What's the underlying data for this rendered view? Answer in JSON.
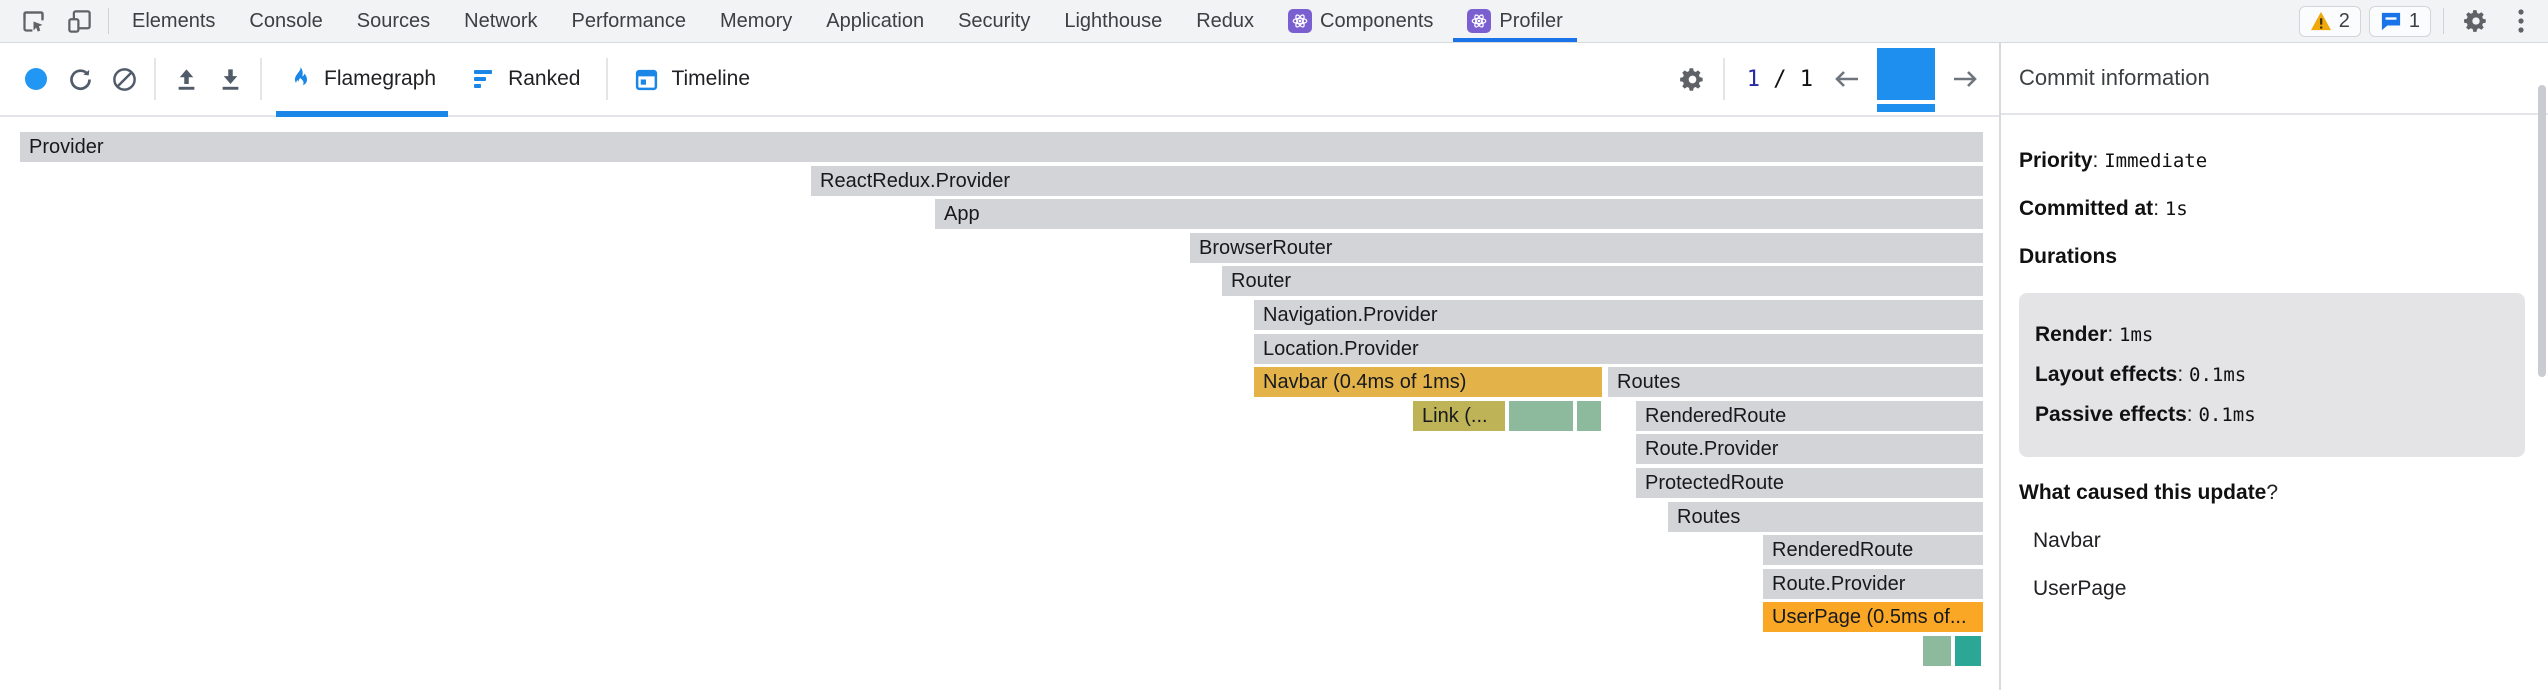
{
  "browser_tabs": {
    "items": [
      "Elements",
      "Console",
      "Sources",
      "Network",
      "Performance",
      "Memory",
      "Application",
      "Security",
      "Lighthouse",
      "Redux",
      "Components",
      "Profiler"
    ],
    "selected": "Profiler",
    "warning_count": "2",
    "message_count": "1"
  },
  "profiler_toolbar": {
    "views": [
      "Flamegraph",
      "Ranked",
      "Timeline"
    ],
    "selected_view": "Flamegraph",
    "commit_index": "1",
    "commit_separator": "/",
    "commit_total": "1"
  },
  "flamegraph": {
    "bars": [
      {
        "label": "Provider",
        "color": "gray"
      },
      {
        "label": "ReactRedux.Provider",
        "color": "gray"
      },
      {
        "label": "App",
        "color": "gray"
      },
      {
        "label": "BrowserRouter",
        "color": "gray"
      },
      {
        "label": "Router",
        "color": "gray"
      },
      {
        "label": "Navigation.Provider",
        "color": "gray"
      },
      {
        "label": "Location.Provider",
        "color": "gray"
      },
      {
        "label": "Navbar (0.4ms of 1ms)",
        "color": "amber"
      },
      {
        "label": "Routes",
        "color": "gray"
      },
      {
        "label": "Link (...",
        "color": "olive"
      },
      {
        "label": "",
        "color": "green"
      },
      {
        "label": "",
        "color": "green"
      },
      {
        "label": "RenderedRoute",
        "color": "gray"
      },
      {
        "label": "Route.Provider",
        "color": "gray"
      },
      {
        "label": "ProtectedRoute",
        "color": "gray"
      },
      {
        "label": "Routes",
        "color": "gray"
      },
      {
        "label": "RenderedRoute",
        "color": "gray"
      },
      {
        "label": "Route.Provider",
        "color": "gray"
      },
      {
        "label": "UserPage (0.5ms of...",
        "color": "orange"
      },
      {
        "label": "",
        "color": "green"
      },
      {
        "label": "",
        "color": "teal"
      }
    ]
  },
  "commit_info": {
    "title": "Commit information",
    "priority_label": "Priority",
    "priority_value": "Immediate",
    "committed_label": "Committed at",
    "committed_value": "1s",
    "durations_label": "Durations",
    "durations": [
      {
        "label": "Render",
        "value": "1ms"
      },
      {
        "label": "Layout effects",
        "value": "0.1ms"
      },
      {
        "label": "Passive effects",
        "value": "0.1ms"
      }
    ],
    "causes_label": "What caused this update",
    "causes_qmark": "?",
    "causes": [
      "Navbar",
      "UserPage"
    ]
  },
  "colors": {
    "accent_blue": "#1a73e8",
    "record_blue": "#2196f3",
    "bar_gray": "#d2d4d7",
    "bar_amber": "#e3b34a",
    "bar_olive": "#bfb357",
    "bar_green": "#8db99c",
    "bar_teal": "#2ca795",
    "bar_orange": "#faa726",
    "warning_yellow": "#f0a90a",
    "react_purple": "#7a5fd0"
  }
}
